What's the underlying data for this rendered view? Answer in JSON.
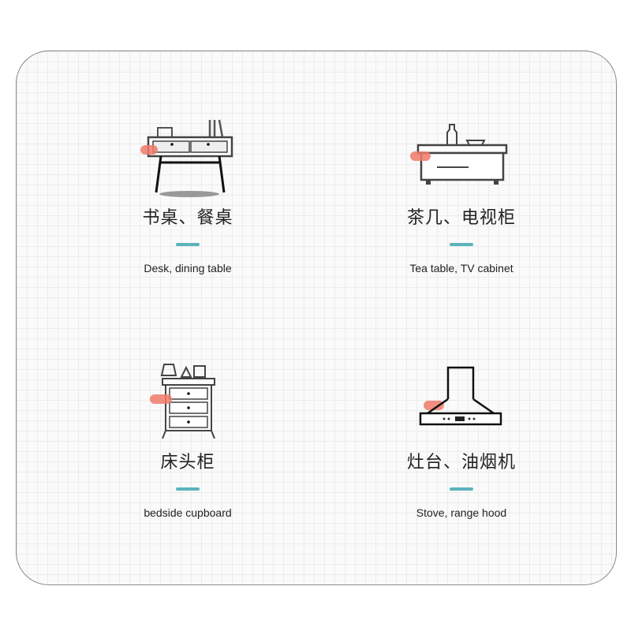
{
  "items": [
    {
      "title": "书桌、餐桌",
      "subtitle": "Desk, dining table",
      "icon": "desk-icon"
    },
    {
      "title": "茶几、电视柜",
      "subtitle": "Tea table, TV cabinet",
      "icon": "tv-cabinet-icon"
    },
    {
      "title": "床头柜",
      "subtitle": "bedside cupboard",
      "icon": "bedside-cabinet-icon"
    },
    {
      "title": "灶台、油烟机",
      "subtitle": "Stove, range hood",
      "icon": "range-hood-icon"
    }
  ],
  "colors": {
    "accent_dash": "#5bb3bb",
    "highlight": "#f07a6a"
  }
}
